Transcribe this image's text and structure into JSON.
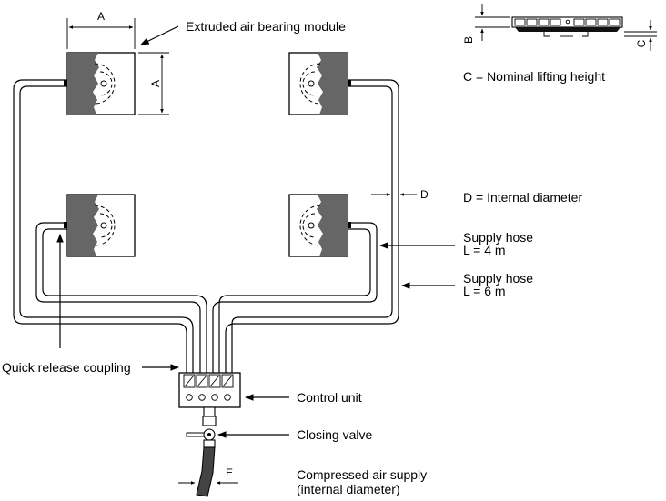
{
  "labels": {
    "module": "Extruded air bearing module",
    "nominal_lift": "C = Nominal lifting height",
    "internal_diameter": "D = Internal diameter",
    "supply_hose_4_line1": "Supply hose",
    "supply_hose_4_line2": "L = 4 m",
    "supply_hose_6_line1": "Supply hose",
    "supply_hose_6_line2": "L = 6  m",
    "quick_release": "Quick release coupling",
    "control_unit": "Control unit",
    "closing_valve": "Closing valve",
    "compressed_air_line1": "Compressed air supply",
    "compressed_air_line2": "(internal diameter)"
  },
  "dimensions": {
    "a_top": "A",
    "a_side": "A",
    "b": "B",
    "c": "C",
    "d": "D",
    "e": "E"
  }
}
